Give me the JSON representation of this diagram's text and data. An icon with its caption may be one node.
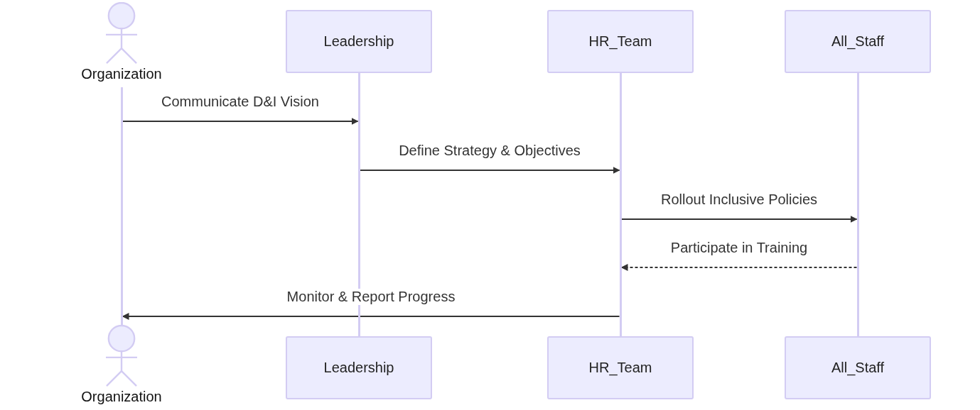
{
  "diagram": {
    "nodes": [
      {
        "text": [
          "Organization"
        ]
      },
      {
        "text": [
          "Leadership"
        ]
      },
      {
        "text": [
          "HR_Team"
        ]
      },
      {
        "text": [
          "All_Staff"
        ]
      },
      {
        "text": [],
        "shape": "bar"
      },
      {
        "text": [],
        "shape": "bar"
      },
      {
        "text": [],
        "shape": "bar"
      },
      {
        "text": [],
        "shape": "bar"
      },
      {
        "text": [
          "Organization"
        ]
      },
      {
        "text": [
          "Leadership"
        ]
      },
      {
        "text": [
          "HR_Team"
        ]
      },
      {
        "text": [
          "All_Staff"
        ]
      }
    ],
    "edges": [
      {
        "from": 4,
        "to": 5,
        "arrow": "to",
        "label": "Communicate D&I Vision"
      },
      {
        "from": 5,
        "to": 6,
        "arrow": "to",
        "label": "Define Strategy & Objectives"
      },
      {
        "from": 6,
        "to": 7,
        "arrow": "to",
        "label": "Rollout Inclusive Policies"
      },
      {
        "from": 7,
        "to": 6,
        "arrow": "to",
        "label": "Participate in Training",
        "style": "dashed"
      },
      {
        "from": 6,
        "to": 4,
        "arrow": "to",
        "label": "Monitor & Report Progress"
      }
    ]
  }
}
